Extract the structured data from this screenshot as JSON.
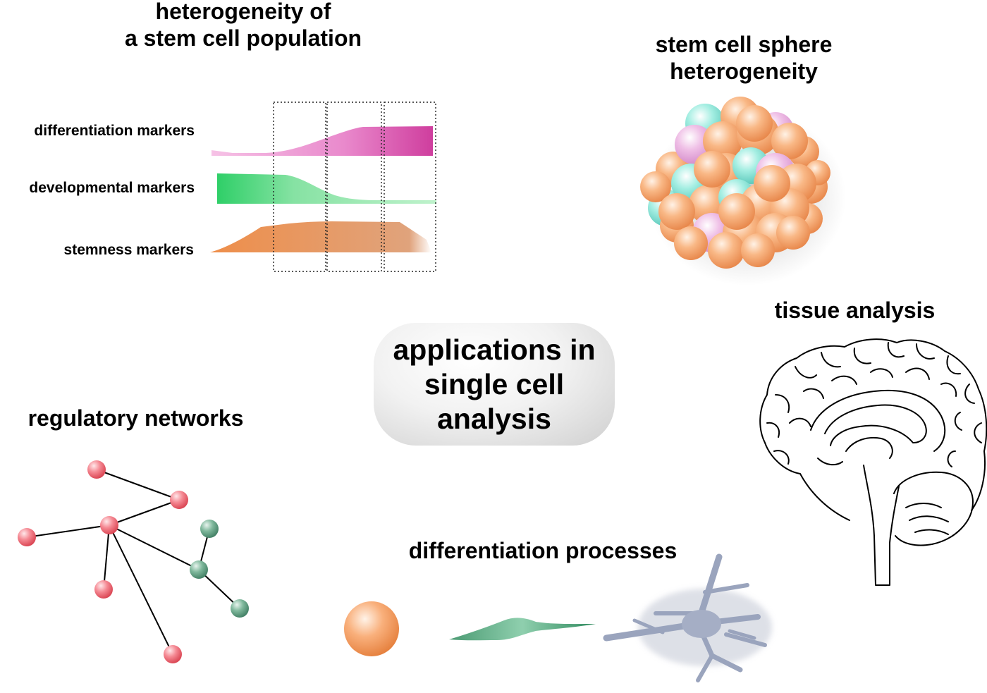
{
  "center": {
    "title": "applications in\nsingle cell\nanalysis"
  },
  "heterogeneity": {
    "title_line1": "heterogeneity of",
    "title_line2": "a stem cell population",
    "markers": [
      {
        "label": "differentiation markers",
        "color": "#e070c0"
      },
      {
        "label": "developmental markers",
        "color": "#3fcc6e"
      },
      {
        "label": "stemness markers",
        "color": "#e0925e"
      }
    ]
  },
  "sphere": {
    "title_line1": "stem cell sphere",
    "title_line2": "heterogeneity",
    "cell_colors": {
      "stem": "#f4a06a",
      "cyan": "#7fdcd0",
      "pink": "#e7a6dc"
    }
  },
  "tissue": {
    "title": "tissue analysis"
  },
  "networks": {
    "title": "regulatory networks",
    "node_colors": {
      "red": "#f0606e",
      "green": "#5a9a7e"
    }
  },
  "differentiation": {
    "title": "differentiation processes"
  }
}
